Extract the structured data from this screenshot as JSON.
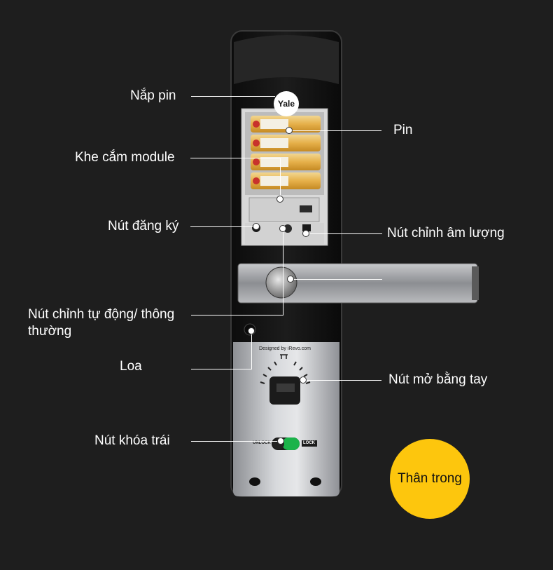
{
  "labels": {
    "battery_cover": "Nắp pin",
    "battery": "Pin",
    "module_slot": "Khe cắm module",
    "register_button": "Nút đăng ký",
    "volume_button": "Nút chỉnh âm lượng",
    "auto_manual_button_line1": "Nút chỉnh tự động/ thông",
    "auto_manual_button_line2": "thường",
    "speaker": "Loa",
    "manual_open_button": "Nút mở bằng tay",
    "left_lock_button": "Nút khóa trái"
  },
  "badge": {
    "text": "Thân trong",
    "color": "#fdc60d"
  },
  "device": {
    "brand": "Yale",
    "designed_by": "Designed by iRevo.com",
    "unlock": "UNLOCK",
    "lock": "LOCK"
  }
}
